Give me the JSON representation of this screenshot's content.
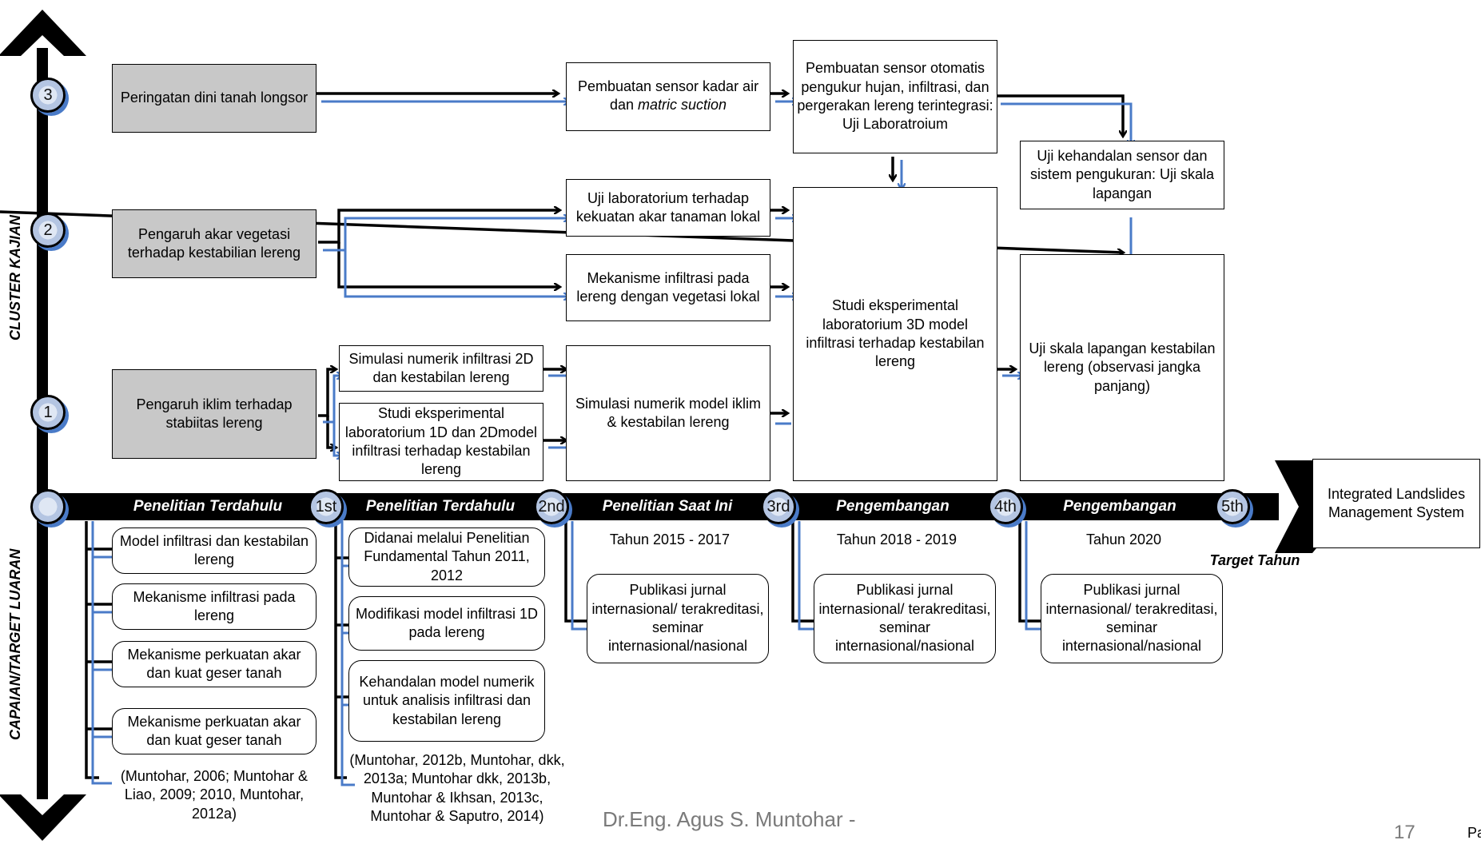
{
  "axis": {
    "cluster": "CLUSTER KAJIAN",
    "capaian": "CAPAIAN/TARGET LUARAN",
    "markers": [
      "3",
      "2",
      "1"
    ]
  },
  "clusters": {
    "c3": "Peringatan dini tanah longsor",
    "c2": "Pengaruh akar vegetasi terhadap kestabilian lereng",
    "c1": "Pengaruh iklim terhadap stabiitas lereng"
  },
  "research": {
    "sensor_kadar_air_a": "Pembuatan sensor kadar air dan ",
    "sensor_kadar_air_b": "matric suction",
    "sensor_otomatis": "Pembuatan sensor otomatis pengukur hujan, infiltrasi, dan pergerakan lereng terintegrasi: Uji Laboratroium",
    "uji_kehandalan": "Uji kehandalan sensor dan sistem pengukuran: Uji skala lapangan",
    "uji_lab_akar": "Uji laboratorium terhadap kekuatan akar tanaman lokal",
    "mekanisme_infiltrasi_vegetasi": "Mekanisme infiltrasi pada lereng dengan vegetasi lokal",
    "studi_3d": "Studi eksperimental laboratorium 3D model infiltrasi terhadap kestabilan lereng",
    "uji_skala_lapangan": "Uji skala lapangan kestabilan lereng (observasi jangka panjang)",
    "simulasi_2d": "Simulasi numerik infiltrasi 2D dan kestabilan lereng",
    "studi_1d_2d": "Studi eksperimental laboratorium 1D dan 2Dmodel infiltrasi terhadap kestabilan lereng",
    "simulasi_iklim": "Simulasi numerik model iklim & kestabilan lereng",
    "integrated": "Integrated Landslides Management System"
  },
  "timeline": {
    "labels": [
      "Penelitian Terdahulu",
      "Penelitian Terdahulu",
      "Penelitian Saat Ini",
      "Pengembangan",
      "Pengembangan"
    ],
    "markers": [
      "1st",
      "2nd",
      "3rd",
      "4th",
      "5th"
    ],
    "years": [
      "Tahun 2015 - 2017",
      "Tahun 2018 - 2019",
      "Tahun 2020"
    ],
    "target": "Target Tahun"
  },
  "outputs": {
    "col1": [
      "Model infiltrasi dan kestabilan lereng",
      "Mekanisme infiltrasi pada lereng",
      "Mekanisme perkuatan akar dan  kuat geser tanah",
      "Mekanisme perkuatan akar dan  kuat geser tanah"
    ],
    "col1_ref": "(Muntohar, 2006; Muntohar & Liao, 2009; 2010, Muntohar, 2012a)",
    "col2": [
      "Didanai melalui Penelitian Fundamental Tahun 2011, 2012",
      "Modifikasi model infiltrasi 1D pada lereng",
      "Kehandalan model numerik untuk analisis infiltrasi dan kestabilan lereng"
    ],
    "col2_ref": "(Muntohar, 2012b, Muntohar, dkk, 2013a; Muntohar dkk, 2013b, Muntohar & Ikhsan, 2013c, Muntohar & Saputro, 2014)",
    "publikasi": "Publikasi jurnal internasional/ terakreditasi, seminar internasional/nasional"
  },
  "footer": {
    "author": "Dr.Eng. Agus S. Muntohar -",
    "page": "17",
    "edge": "Pa"
  }
}
